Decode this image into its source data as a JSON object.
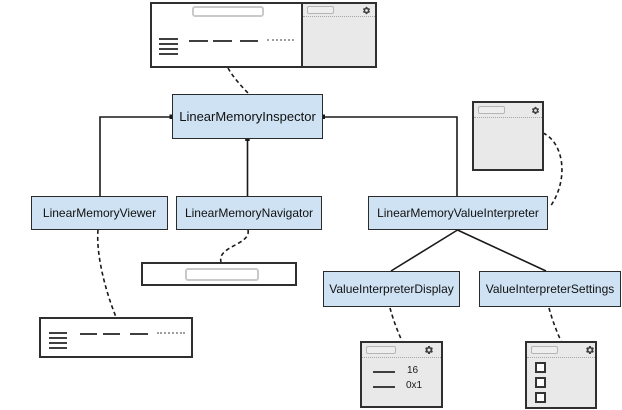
{
  "diagram": {
    "type": "component-architecture",
    "nodes": {
      "inspector": "LinearMemoryInspector",
      "viewer": "LinearMemoryViewer",
      "navigator": "LinearMemoryNavigator",
      "value_interpreter": "LinearMemoryValueInterpreter",
      "display": "ValueInterpreterDisplay",
      "settings": "ValueInterpreterSettings"
    },
    "edges": {
      "solid": [
        "LinearMemoryInspector -> LinearMemoryViewer",
        "LinearMemoryInspector -> LinearMemoryNavigator",
        "LinearMemoryInspector -> LinearMemoryValueInterpreter",
        "LinearMemoryValueInterpreter -> ValueInterpreterDisplay",
        "LinearMemoryValueInterpreter -> ValueInterpreterSettings"
      ],
      "dashed": [
        "inspector-sketch -> LinearMemoryInspector",
        "LinearMemoryViewer -> viewer-sketch",
        "LinearMemoryNavigator -> navigator-sketch",
        "value-interpreter-sketch -> LinearMemoryValueInterpreter",
        "ValueInterpreterDisplay -> display-sketch",
        "ValueInterpreterSettings -> settings-sketch"
      ]
    },
    "sketches": {
      "display_window": {
        "rows": [
          "16",
          "0x1"
        ]
      },
      "settings_window": {
        "checkboxes": 3
      }
    },
    "icons": {
      "gear": "settings-gear"
    },
    "colors": {
      "node_fill": "#cfe2f3",
      "node_border": "#2b2b2b",
      "window_fill": "#e9e9e9",
      "window_border": "#2f2f2f",
      "input_border": "#c9c9c9",
      "sketch_line": "#3f3f3f",
      "sketch_dot": "#9f9f9f",
      "gear": "#3c3c3c",
      "line": "#1a1a1a"
    }
  }
}
